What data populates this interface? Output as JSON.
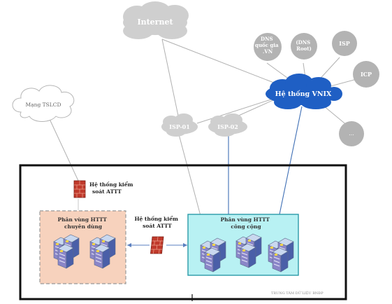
{
  "nodes": {
    "internet": "Internet",
    "tslcd": "Mạng TSLCD",
    "isp01": "ISP-01",
    "isp02": "ISP-02",
    "vnix": "Hệ thống VNIX",
    "dns_vn": [
      "DNS",
      "quốc gia",
      ".VN"
    ],
    "dns_root": [
      "(DNS",
      "Root)"
    ],
    "isp": "ISP",
    "icp": "ICP",
    "more": "..."
  },
  "security_top": [
    "Hệ thống kiểm",
    "soát ATTT"
  ],
  "security_mid": [
    "Hệ thống kiểm",
    "soát ATTT"
  ],
  "zone_private": [
    "Phân vùng HTTT",
    "chuyên dùng"
  ],
  "zone_public": [
    "Phân vùng HTTT",
    "công cộng"
  ],
  "footer": "TRUNG TÂM DỮ LIỆU BNĐP",
  "colors": {
    "cloud_grey": "#cfcfcf",
    "circle_grey": "#b3b3b3",
    "vnix_blue": "#1f5fc4",
    "private_zone": "#f7d2bd",
    "public_zone": "#b8f1f3",
    "public_border": "#2a9aa8",
    "firewall": "#c0392b"
  }
}
